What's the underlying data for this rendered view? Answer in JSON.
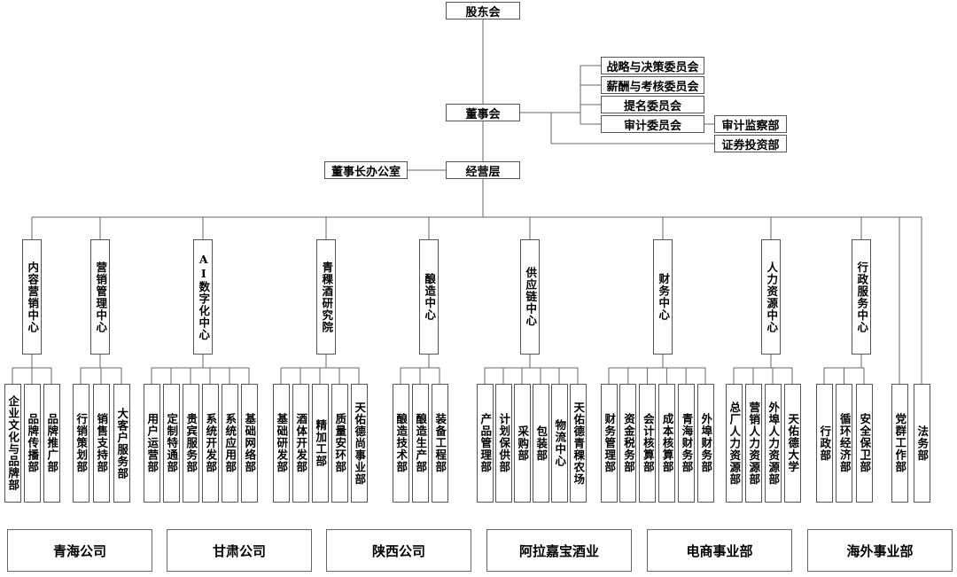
{
  "top": {
    "shareholders": "股东会",
    "board": "董事会",
    "management": "经营层",
    "chairman_office": "董事长办公室"
  },
  "committees": [
    "战略与决策委员会",
    "薪酬与考核委员会",
    "提名委员会",
    "审计委员会"
  ],
  "audit_dept": "审计监察部",
  "securities_dept": "证券投资部",
  "centers": [
    {
      "name": "内容营销中心",
      "children": [
        "企业文化与品牌部",
        "品牌传播部",
        "品牌推广部"
      ]
    },
    {
      "name": "营销管理中心",
      "children": [
        "行销策划部",
        "销售支持部",
        "大客户服务部"
      ]
    },
    {
      "name": "AI数字化中心",
      "children": [
        "用户运营部",
        "定制特通部",
        "贵宾服务部",
        "系统开发部",
        "系统应用部",
        "基础网络部"
      ]
    },
    {
      "name": "青稞酒研究院",
      "children": [
        "基础研发部",
        "酒体开发部",
        "精加工部",
        "质量安环部",
        "天佑德尚事业部"
      ]
    },
    {
      "name": "酿造中心",
      "children": [
        "酿造技术部",
        "酿造生产部",
        "装备工程部"
      ]
    },
    {
      "name": "供应链中心",
      "children": [
        "产品管理部",
        "计划保供部",
        "采购部",
        "包装部",
        "物流中心",
        "天佑德青稞农场"
      ]
    },
    {
      "name": "财务中心",
      "children": [
        "财务管理部",
        "资金税务部",
        "会计核算部",
        "成本核算部",
        "青海财务部",
        "外埠财务部"
      ]
    },
    {
      "name": "人力资源中心",
      "children": [
        "总厂人力资源部",
        "营销人力资源部",
        "外埠人力资源部",
        "天佑德大学"
      ]
    },
    {
      "name": "行政服务中心",
      "children": [
        "行政部",
        "循环经济部",
        "安全保卫部"
      ]
    }
  ],
  "direct_depts": [
    "党群工作部",
    "法务部"
  ],
  "subsidiaries": [
    "青海公司",
    "甘肃公司",
    "陕西公司",
    "阿拉嘉宝酒业",
    "电商事业部",
    "海外事业部"
  ]
}
